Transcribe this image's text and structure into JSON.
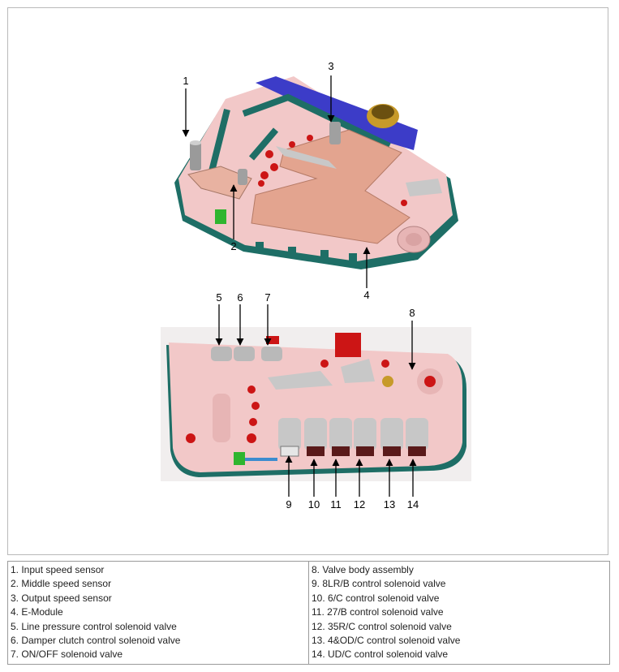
{
  "callouts": [
    "1",
    "2",
    "3",
    "4",
    "5",
    "6",
    "7",
    "8",
    "9",
    "10",
    "11",
    "12",
    "13",
    "14"
  ],
  "legend": {
    "left": [
      "1. Input speed sensor",
      "2. Middle speed sensor",
      "3. Output speed sensor",
      "4. E-Module",
      "5. Line pressure control solenoid valve",
      "6. Damper clutch control solenoid valve",
      "7. ON/OFF solenoid valve"
    ],
    "right": [
      "8. Valve body assembly",
      "9. 8LR/B control solenoid valve",
      "10. 6/C control solenoid valve",
      "11. 27/B control solenoid valve",
      "12. 35R/C control solenoid valve",
      "13. 4&OD/C control solenoid valve",
      "14. UD/C control solenoid valve"
    ]
  },
  "colors": {
    "body": "#f2c8c8",
    "body_shadow": "#d9a3a3",
    "base_green": "#1e6e66",
    "module_plate": "#e3a48f",
    "connector_blue": "#3c3cc8",
    "solenoid_red": "#cc1515",
    "solenoid_silver": "#b9b9b9",
    "solenoid_maroon": "#5a1a1a",
    "connector_gold": "#c79a2a"
  }
}
